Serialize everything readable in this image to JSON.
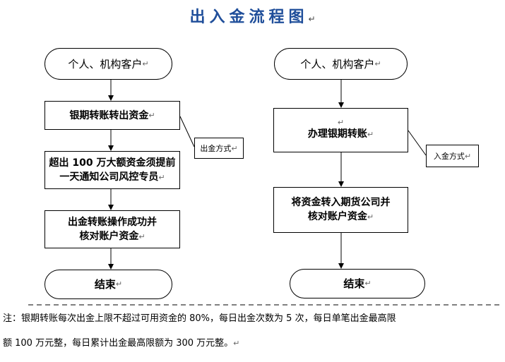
{
  "title": "出入金流程图",
  "paragraph_mark": "↵",
  "left_flow": {
    "start": "个人、机构客户",
    "step1": "银期转账转出资金",
    "step2_line1": "超出 100 万大额资金须提前",
    "step2_line2": "一天通知公司风控专员",
    "step3_line1": "出金转账操作成功并",
    "step3_line2": "核对账户资金",
    "end": "结束",
    "callout": "出金方式"
  },
  "right_flow": {
    "start": "个人、机构客户",
    "step1": "办理银期转账",
    "step2_line1": "将资金转入期货公司并",
    "step2_line2": "核对账户资金",
    "end": "结束",
    "callout": "入金方式"
  },
  "note": {
    "line1": "注：银期转账每次出金上限不超过可用资金的 80%，每日出金次数为 5 次，每日单笔出金最高限",
    "line2": "额 100 万元整，每日累计出金最高限额为 300 万元整。"
  }
}
